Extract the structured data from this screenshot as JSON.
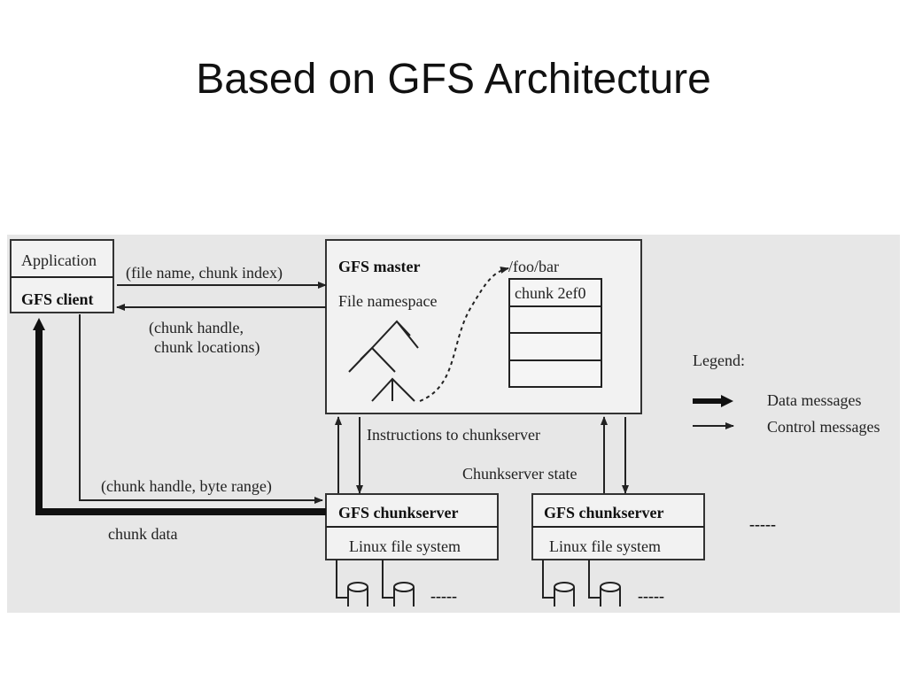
{
  "slide": {
    "title": "Based on GFS Architecture"
  },
  "diagram": {
    "client": {
      "application": "Application",
      "gfs_client": "GFS client"
    },
    "master": {
      "title": "GFS master",
      "namespace": "File namespace",
      "path": "/foo/bar",
      "chunk": "chunk 2ef0"
    },
    "edges": {
      "request": "(file name, chunk index)",
      "reply_line1": "(chunk handle,",
      "reply_line2": "chunk locations)",
      "instructions": "Instructions to chunkserver",
      "state": "Chunkserver state",
      "byte_range": "(chunk handle, byte range)",
      "chunk_data": "chunk data"
    },
    "chunkservers": [
      {
        "title": "GFS chunkserver",
        "fs": "Linux file system"
      },
      {
        "title": "GFS chunkserver",
        "fs": "Linux file system"
      }
    ],
    "ellipsis": "-----",
    "legend": {
      "title": "Legend:",
      "data": "Data messages",
      "control": "Control messages"
    }
  }
}
